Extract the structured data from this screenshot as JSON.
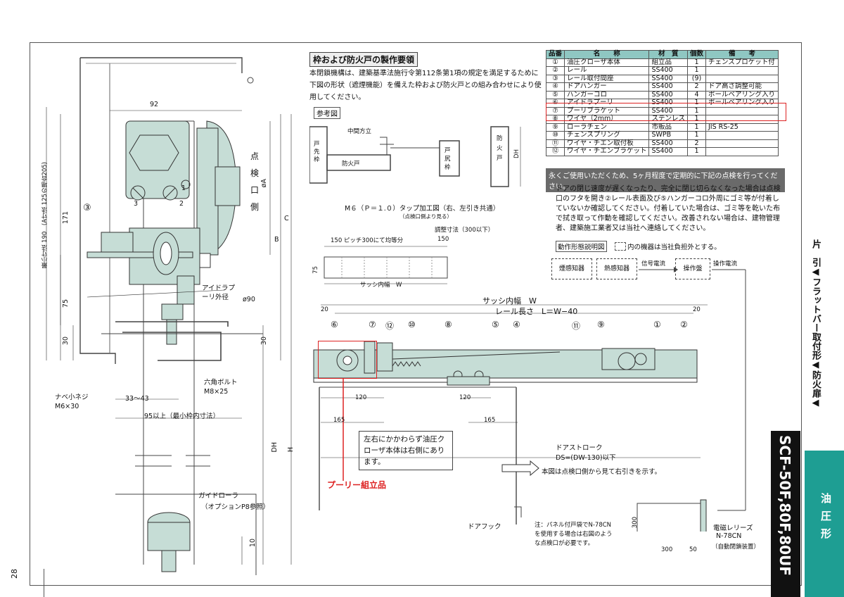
{
  "page_number": "28",
  "frame_section": {
    "title": "枠および防火戸の製作要領",
    "paragraph": "本閉鎖機構は、建築基準法施行令第112条第1項の規定を満足するために下図の形状（遮煙機能）を備えた枠および防火戸との組み合わせにより使用してください。",
    "ref_label": "参考図",
    "ref_labels": [
      "中間方立",
      "戸先枠",
      "防火戸",
      "戸尻枠",
      "防火戸",
      "DH"
    ]
  },
  "parts_table": {
    "headers": [
      "品番",
      "名　　称",
      "材　質",
      "個数",
      "備　　考"
    ],
    "rows": [
      [
        "①",
        "油圧クローザ本体",
        "組立品",
        "1",
        "チェンスプロケット付"
      ],
      [
        "②",
        "レール",
        "SS400",
        "1",
        ""
      ],
      [
        "③",
        "レール取付間座",
        "SS400",
        "(9)",
        ""
      ],
      [
        "④",
        "ドアハンガー",
        "SS400",
        "2",
        "ドア高さ調整可能"
      ],
      [
        "⑤",
        "ハンガーコロ",
        "SS400",
        "4",
        "ボールベアリング入り"
      ],
      [
        "⑥",
        "アイドラプーリ",
        "SS400",
        "1",
        "ボールベアリング入り"
      ],
      [
        "⑦",
        "プーリブラケット",
        "SS400",
        "1",
        ""
      ],
      [
        "⑧",
        "ワイヤ（2mm）",
        "ステンレス",
        "1",
        ""
      ],
      [
        "⑨",
        "ローラチェン",
        "市販品",
        "1",
        "JIS RS-25"
      ],
      [
        "⑩",
        "チェンスプリング",
        "SWPB",
        "1",
        ""
      ],
      [
        "⑪",
        "ワイヤ・チエン取付板",
        "SS400",
        "2",
        ""
      ],
      [
        "⑫",
        "ワイヤ・チエンブラケット",
        "SS400",
        "1",
        ""
      ]
    ]
  },
  "notice": {
    "banner": "永くご使用いただくため、5ヶ月程度で定期的に下記の点検を行ってください。",
    "text": "ドアの閉じ速度が遅くなったり、完全に閉じ切らなくなった場合は点検口のフタを開き②レール表面及び⑤ハンガーコロ外周にゴミ等が付着していないか確認してください。付着していた場合は、ゴミ等を乾いた布で拭き取って作動を確認してください。改善されない場合は、建物管理者、建築施工業者又は当社へ連絡してください。"
  },
  "flow": {
    "title": "動作形態説明図",
    "note": "内の機器は当社負担外とする。",
    "boxes": [
      "煙感知器",
      "熱感知器",
      "操作盤"
    ],
    "signal1": "信号電流",
    "signal2": "操作電流"
  },
  "tap_section": {
    "title": "M６（Ｐ＝１.０）タップ加工図（右、左引き共通）",
    "subtitle": "（点検口側より見る）",
    "adjust": "調整寸法（300以下）",
    "pitch": "150 ピッチ300にて均等分",
    "dim150": "150",
    "dim75": "75",
    "width": "サッシ内幅　W"
  },
  "section_view": {
    "dims": [
      "92",
      "171",
      "75",
      "30",
      "30",
      "10",
      "33～43",
      "95以上（最小枠内寸法）",
      "B",
      "C",
      "DH",
      "H",
      "øA",
      "ø90"
    ],
    "vertical_label": "最小寸法 190　(A寸法 125の場合205)",
    "inspection_label": "点検口側",
    "labels": {
      "idler": "アイドラプーリ外径",
      "hexbolt": "六角ボルトM8×25",
      "screw": "ナベ小ネジM6×30",
      "guide": "ガイドローラ",
      "guide_opt": "（オプションP8参照）"
    },
    "circled": "③",
    "nums": [
      "1",
      "2",
      "3"
    ]
  },
  "front_view": {
    "sash": "サッシ内幅　W",
    "rail": "レール長さ　L＝W−40",
    "dim20a": "20",
    "dim20b": "20",
    "callouts": [
      "⑥",
      "⑦",
      "⑫",
      "⑩",
      "⑧",
      "⑤",
      "④",
      "⑪",
      "⑨",
      "①",
      "②"
    ],
    "dim120a": "120",
    "dim120b": "120",
    "dim165a": "165",
    "dim165b": "165",
    "note_box": "左右にかかわらず油圧クローザ本体は右側にあります。",
    "pulley_label": "プーリー組立品",
    "stroke": "ドアストローク",
    "stroke_formula": "DS=(DW-130)以下",
    "direction_note": "本図は点検口側から見て右引きを示す。",
    "door_hook": "ドアフック",
    "footnote": "注：パネル付戸袋でN-78CNを使用する場合は右図のような点検口が必要です。",
    "relay": "電磁レリーズ",
    "relay_model": "N-78CN",
    "relay_desc": "（自動閉鎖装置）",
    "dim300a": "300",
    "dim300b": "300",
    "dim50": "50"
  },
  "sidebar": {
    "breadcrumb": "片　引◀フラットバー取付形◀防火扉◀",
    "model": "SCF-50F,80F,80UF",
    "type_label": "油圧形"
  },
  "colors": {
    "accent": "#1e9e93",
    "highlight": "#d22222",
    "table_header": "#8fc7c2",
    "machine": "#c6ddd6"
  }
}
